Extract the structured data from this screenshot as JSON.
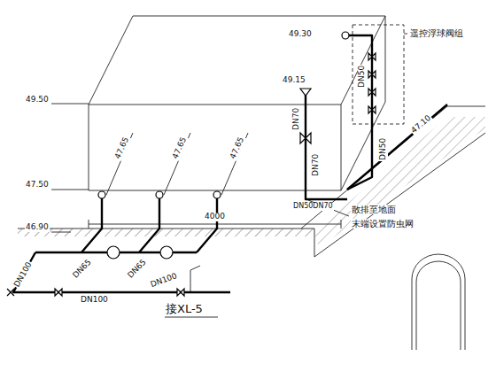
{
  "diagram": {
    "labels": [
      "遥控浮球阀组",
      "49.30",
      "49.15",
      "49.50",
      "47.65",
      "47.65",
      "47.65",
      "47.50",
      "46.90",
      "47.10",
      "DN50",
      "DN50",
      "DN70",
      "DN70",
      "DN50DN70",
      "4000",
      "DN100",
      "DN65",
      "DN65",
      "DN100",
      "DN100",
      "接XL-5",
      "散排至地面",
      "末端设置防虫网"
    ]
  }
}
